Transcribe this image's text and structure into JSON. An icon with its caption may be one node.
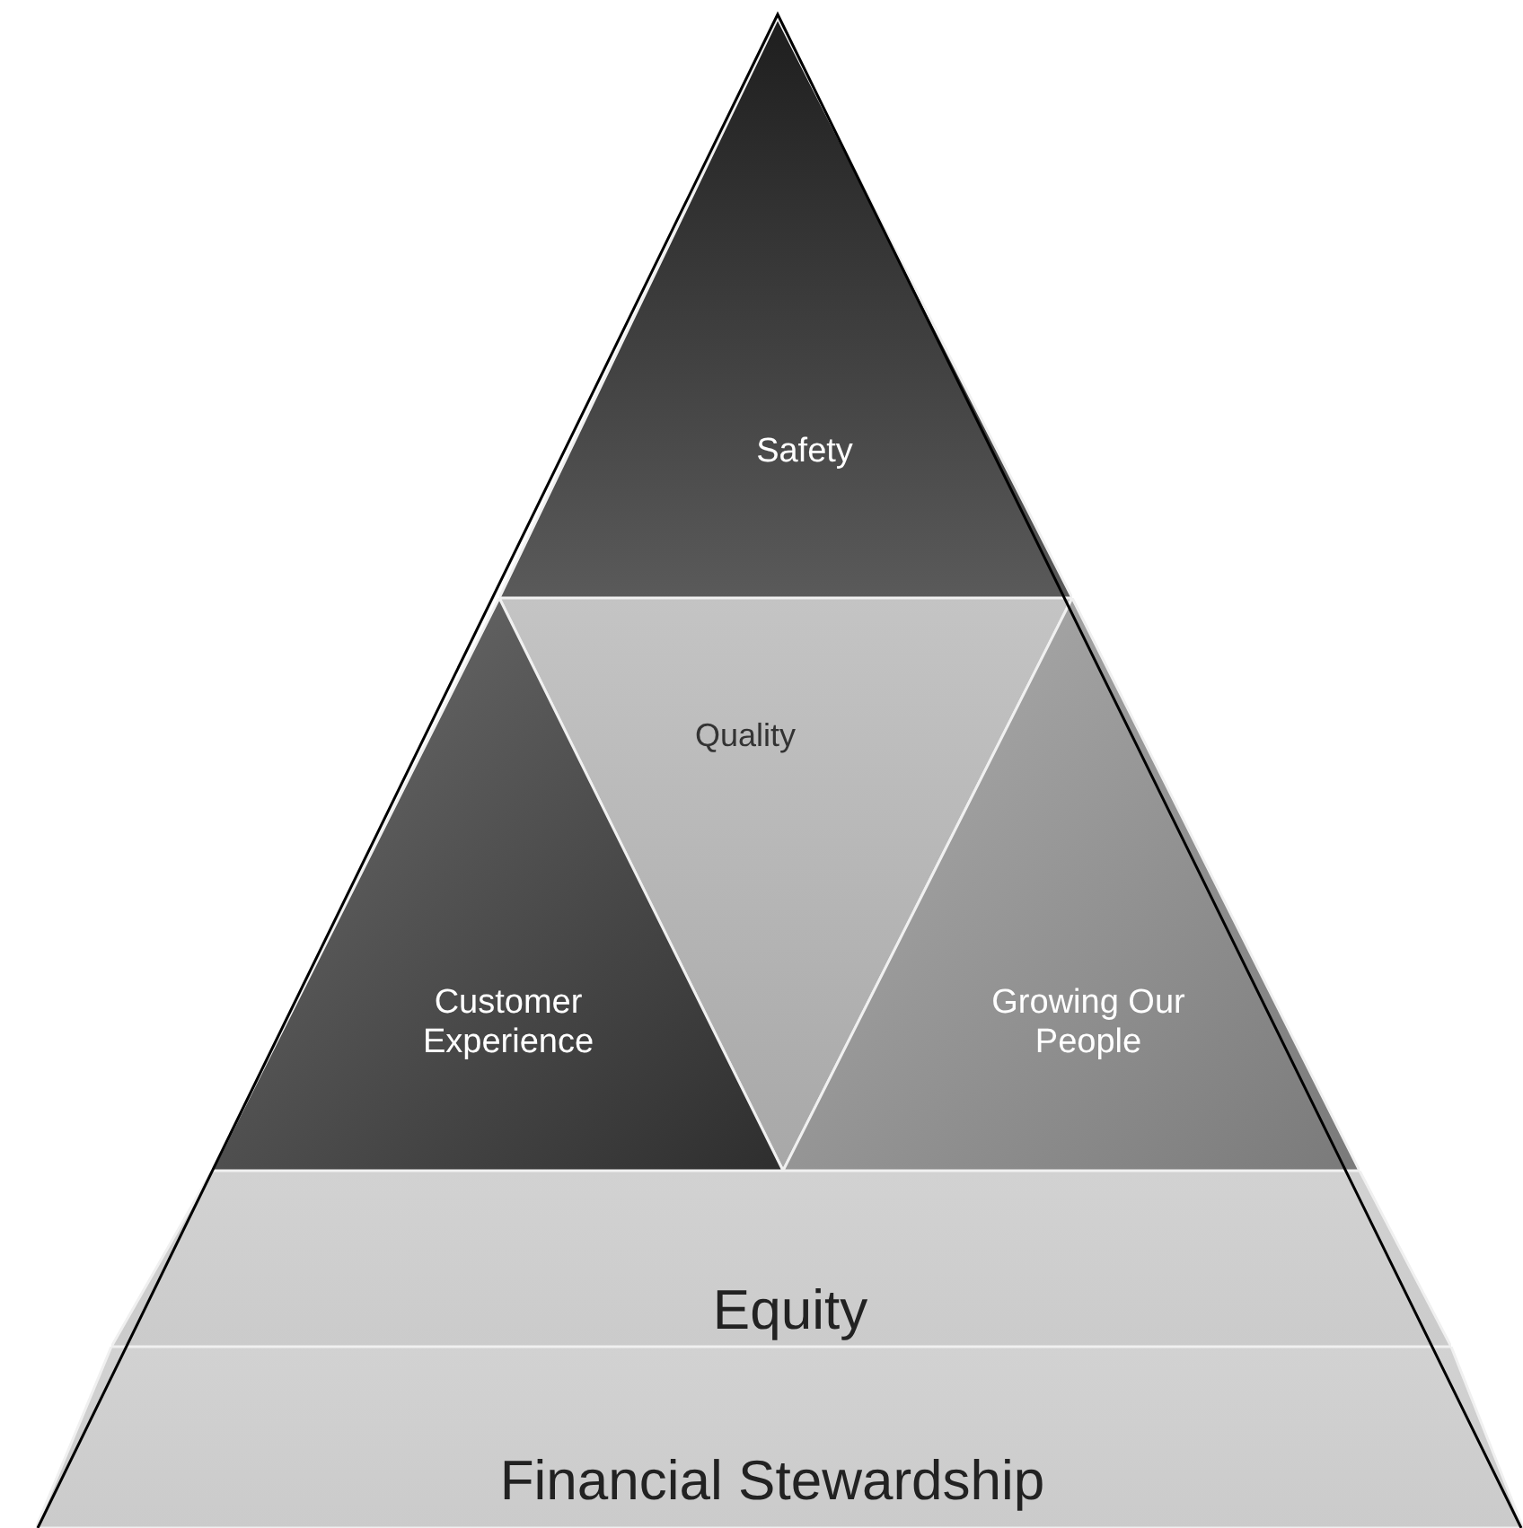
{
  "diagram": {
    "nodes": [
      {
        "text": [
          "Safety"
        ]
      },
      {
        "text": [
          "Quality"
        ]
      },
      {
        "text": [
          "Customer Experience"
        ]
      },
      {
        "text": [
          "Growing Our People"
        ]
      },
      {
        "text": [
          "Equity"
        ]
      },
      {
        "text": [
          "Financial Stewardship"
        ]
      }
    ]
  }
}
